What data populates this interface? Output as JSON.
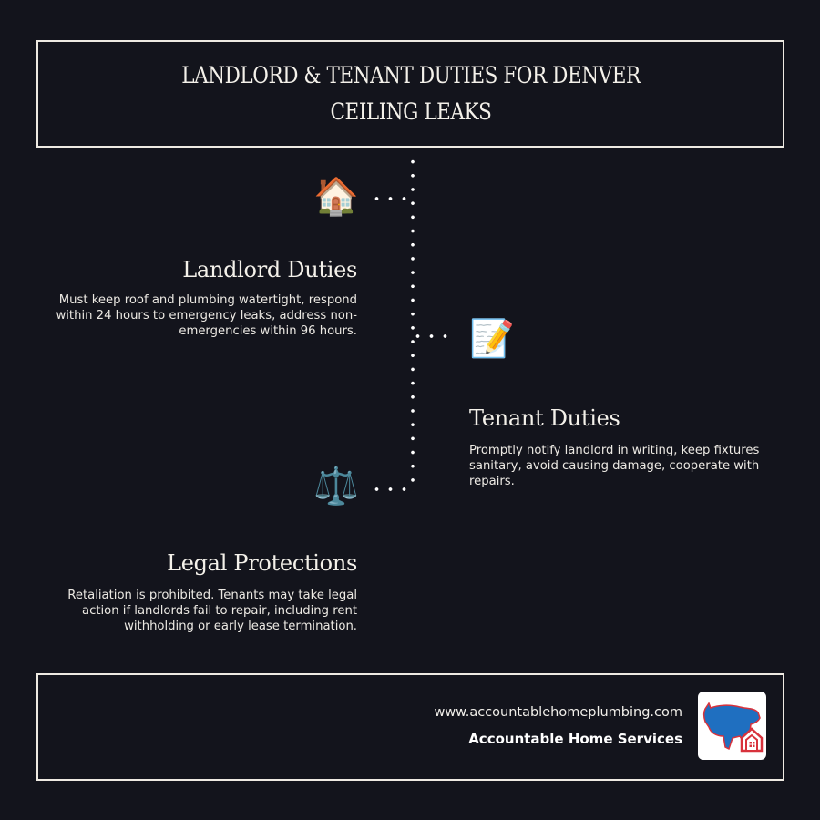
{
  "header": {
    "title": "LANDLORD & TENANT DUTIES FOR DENVER CEILING LEAKS"
  },
  "sections": [
    {
      "icon": "house-icon",
      "icon_glyph": "🏠",
      "heading": "Landlord Duties",
      "body": "Must keep roof and plumbing watertight, respond within 24 hours to emergency leaks, address non-emergencies within 96 hours."
    },
    {
      "icon": "memo-pencil-icon",
      "icon_glyph": "📝",
      "heading": "Tenant Duties",
      "body": "Promptly notify landlord in writing, keep fixtures sanitary, avoid causing damage, cooperate with repairs."
    },
    {
      "icon": "balance-scale-icon",
      "icon_glyph": "⚖️",
      "heading": "Legal Protections",
      "body": "Retaliation is prohibited. Tenants may take legal action if landlords fail to repair, including rent withholding or early lease termination."
    }
  ],
  "footer": {
    "url": "www.accountablehomeplumbing.com",
    "brand": "Accountable Home Services",
    "logo": "bison-house-logo",
    "colors": {
      "logo_blue": "#1f6fc0",
      "logo_red": "#d8323c"
    }
  },
  "colors": {
    "background": "#13141c",
    "border": "#eeeae2",
    "text": "#f4f1ea"
  }
}
